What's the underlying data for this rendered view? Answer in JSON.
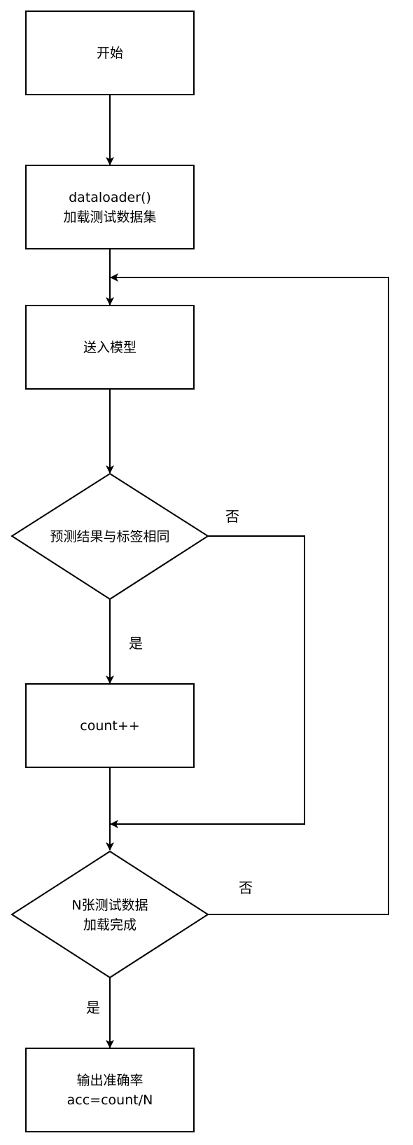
{
  "diagram": {
    "nodes": {
      "start": {
        "lines": [
          "开始"
        ]
      },
      "load": {
        "lines": [
          "dataloader()",
          "加载测试数据集"
        ]
      },
      "feed": {
        "lines": [
          "送入模型"
        ]
      },
      "compare": {
        "lines": [
          "预测结果与标签相同"
        ]
      },
      "count": {
        "lines": [
          "count++"
        ]
      },
      "check": {
        "lines": [
          "N张测试数据",
          "加载完成"
        ]
      },
      "output": {
        "lines": [
          "输出准确率",
          "acc=count/N"
        ]
      }
    },
    "edge_labels": {
      "compare_no": "否",
      "compare_yes": "是",
      "check_no": "否",
      "check_yes": "是"
    }
  }
}
